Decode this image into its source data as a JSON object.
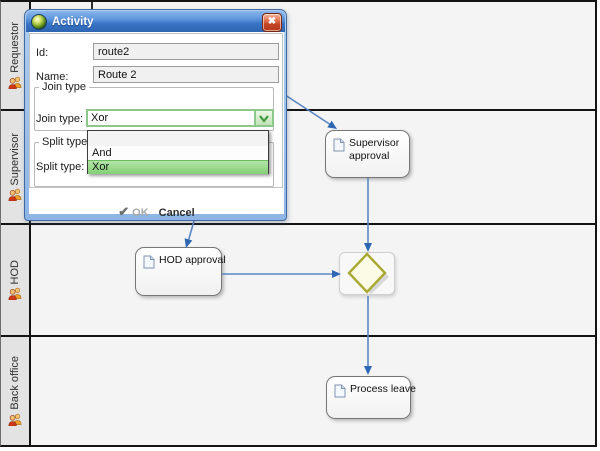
{
  "dialog": {
    "title": "Activity",
    "close_glyph": "✖",
    "id_label": "Id:",
    "id_value": "route2",
    "name_label": "Name:",
    "name_value": "Route 2",
    "join_fieldset": "Join type",
    "join_label": "Join type:",
    "join_value": "Xor",
    "split_fieldset": "Split type",
    "split_label": "Split type:",
    "dropdown_options": [
      "",
      "And",
      "Xor"
    ],
    "ok_icon": "✔",
    "ok_label": "OK",
    "cancel_label": "Cancel"
  },
  "lanes": [
    {
      "name": "Requestor"
    },
    {
      "name": "Supervisor"
    },
    {
      "name": "HOD"
    },
    {
      "name": "Back office"
    }
  ],
  "nodes": [
    {
      "label": "Supervisor approval"
    },
    {
      "label": "HOD approval"
    },
    {
      "label": "Process leave"
    }
  ],
  "colors": {
    "edge_line": "#5b86c3",
    "edge_arrow": "#2f67b3",
    "combo_focus_green": "#8cc88c",
    "dropdown_highlight": "#82cf76",
    "titlebar_blue": "#3a74c4",
    "gateway_border": "#a8a832",
    "gateway_fill": "#fcfce6",
    "lane_bg": "#f4f4f4"
  }
}
